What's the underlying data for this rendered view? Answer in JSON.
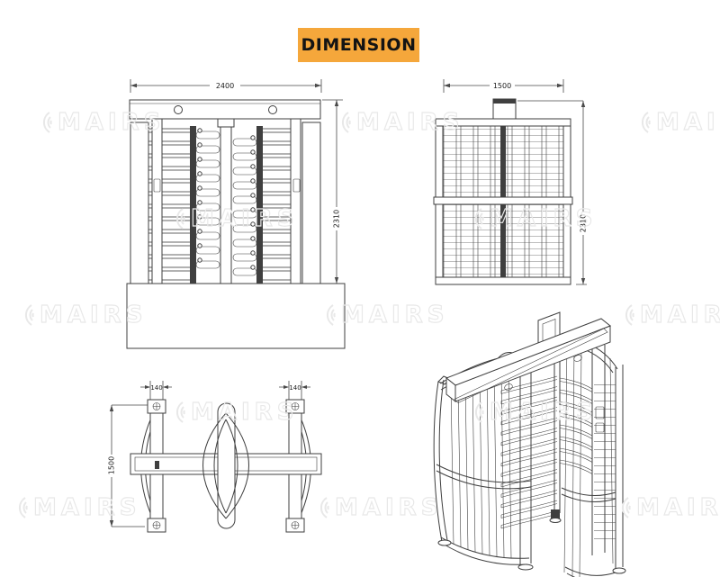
{
  "title": {
    "label": "DIMENSION"
  },
  "watermark": {
    "text": "MAIRS"
  },
  "colors": {
    "banner_bg": "#F5A73B",
    "banner_text": "#141414",
    "line": "#3F3F3F",
    "watermark": "#E8E8E8"
  },
  "views": {
    "front": {
      "width_mm": "2400",
      "height_mm": "2310"
    },
    "side": {
      "width_mm": "1500",
      "height_mm": "2310"
    },
    "top": {
      "left_post_mm": "140",
      "right_post_mm": "140",
      "depth_mm": "1500"
    }
  }
}
